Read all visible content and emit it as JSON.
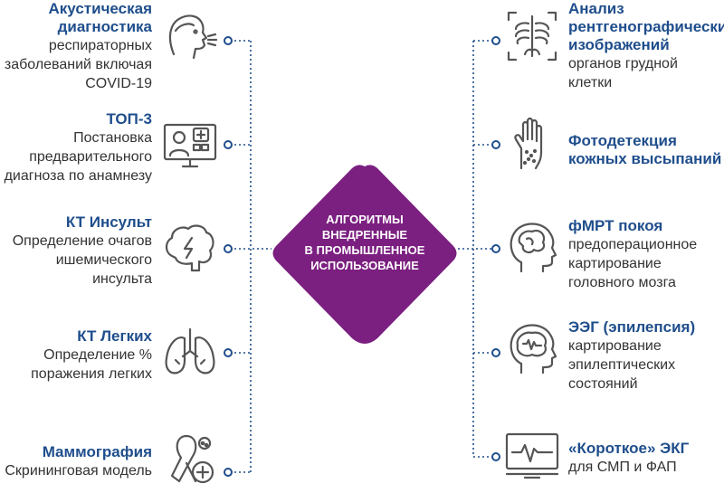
{
  "center": {
    "lines": [
      "АЛГОРИТМЫ",
      "ВНЕДРЕННЫЕ",
      "В ПРОМЫШЛЕННОЕ",
      "ИСПОЛЬЗОВАНИЕ"
    ],
    "color": "#7b1f80"
  },
  "colors": {
    "title": "#1f4e8c",
    "connector": "#1f4e8c",
    "icon": "#555555"
  },
  "left_items": [
    {
      "title_lines": [
        "Акустическая",
        "диагностика"
      ],
      "desc_lines": [
        "респираторных",
        "заболеваний включая",
        "COVID-19"
      ],
      "icon": "face-breathing-icon"
    },
    {
      "title_lines": [
        "ТОП-3"
      ],
      "desc_lines": [
        "Постановка",
        "предварительного",
        "диагноза по анамнезу"
      ],
      "icon": "doctor-monitor-icon"
    },
    {
      "title_lines": [
        "КТ Инсульт"
      ],
      "desc_lines": [
        "Определение очагов",
        "ишемического",
        "инсульта"
      ],
      "icon": "brain-lightning-icon"
    },
    {
      "title_lines": [
        "КТ Легких"
      ],
      "desc_lines": [
        "Определение %",
        "поражения легких"
      ],
      "icon": "lungs-icon"
    },
    {
      "title_lines": [
        "Маммография"
      ],
      "desc_lines": [
        "Скрининговая модель"
      ],
      "icon": "ribbon-cross-icon"
    }
  ],
  "right_items": [
    {
      "title_lines": [
        "Анализ",
        "рентгенографических",
        "изображений"
      ],
      "desc_lines": [
        "органов грудной",
        "клетки"
      ],
      "icon": "xray-chest-icon"
    },
    {
      "title_lines": [
        "Фотодетекция",
        "кожных высыпаний"
      ],
      "desc_lines": [],
      "icon": "hand-rash-icon"
    },
    {
      "title_lines": [
        "фМРТ покоя"
      ],
      "desc_lines": [
        "предоперационное",
        "картирование",
        "головного мозга"
      ],
      "icon": "head-brain-icon"
    },
    {
      "title_lines": [
        "ЭЭГ (эпилепсия)"
      ],
      "desc_lines": [
        "картирование",
        "эпилептических",
        "состояний"
      ],
      "icon": "head-eeg-icon"
    },
    {
      "title_lines": [
        "«Короткое» ЭКГ"
      ],
      "desc_lines": [
        "для СМП и ФАП"
      ],
      "icon": "ecg-monitor-icon"
    }
  ]
}
